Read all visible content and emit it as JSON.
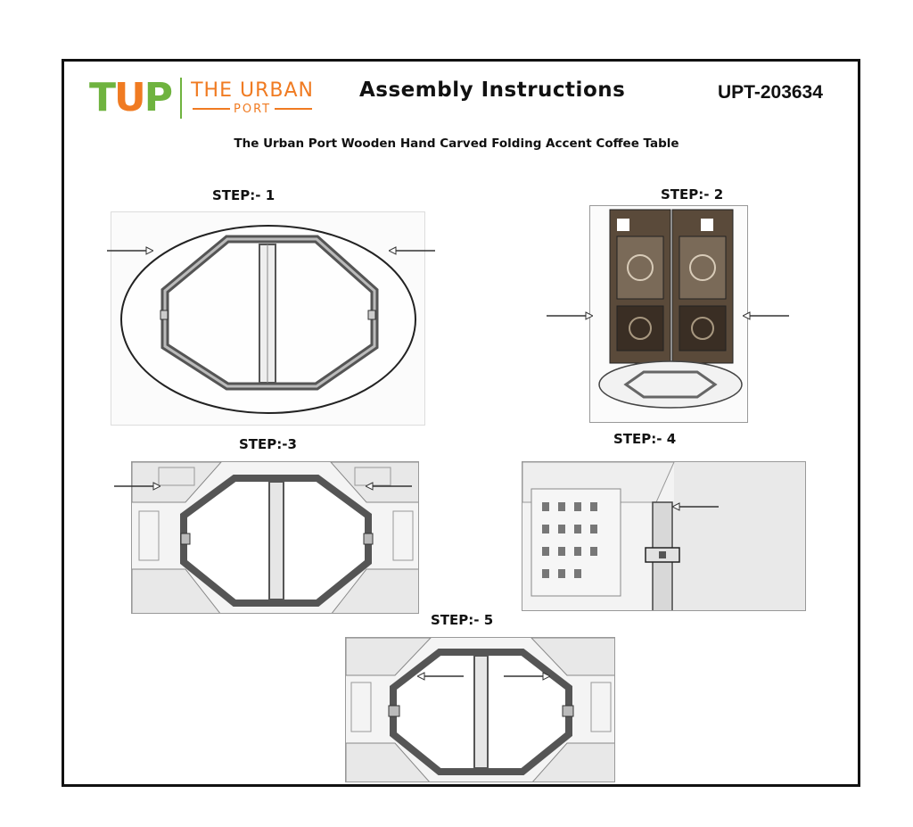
{
  "header": {
    "logo_mark": {
      "t": "T",
      "u": "U",
      "p": "P"
    },
    "logo_line1": "THE URBAN",
    "logo_line2": "PORT",
    "title": "Assembly Instructions",
    "code": "UPT-203634"
  },
  "subtitle": "The Urban Port Wooden Hand Carved Folding Accent Coffee Table",
  "steps": [
    {
      "label": "STEP:- 1"
    },
    {
      "label": "STEP:- 2"
    },
    {
      "label": "STEP:-3"
    },
    {
      "label": "STEP:- 4"
    },
    {
      "label": "STEP:- 5"
    }
  ],
  "colors": {
    "brand_green": "#6fb33f",
    "brand_orange": "#f07b22",
    "frame": "#111111"
  }
}
